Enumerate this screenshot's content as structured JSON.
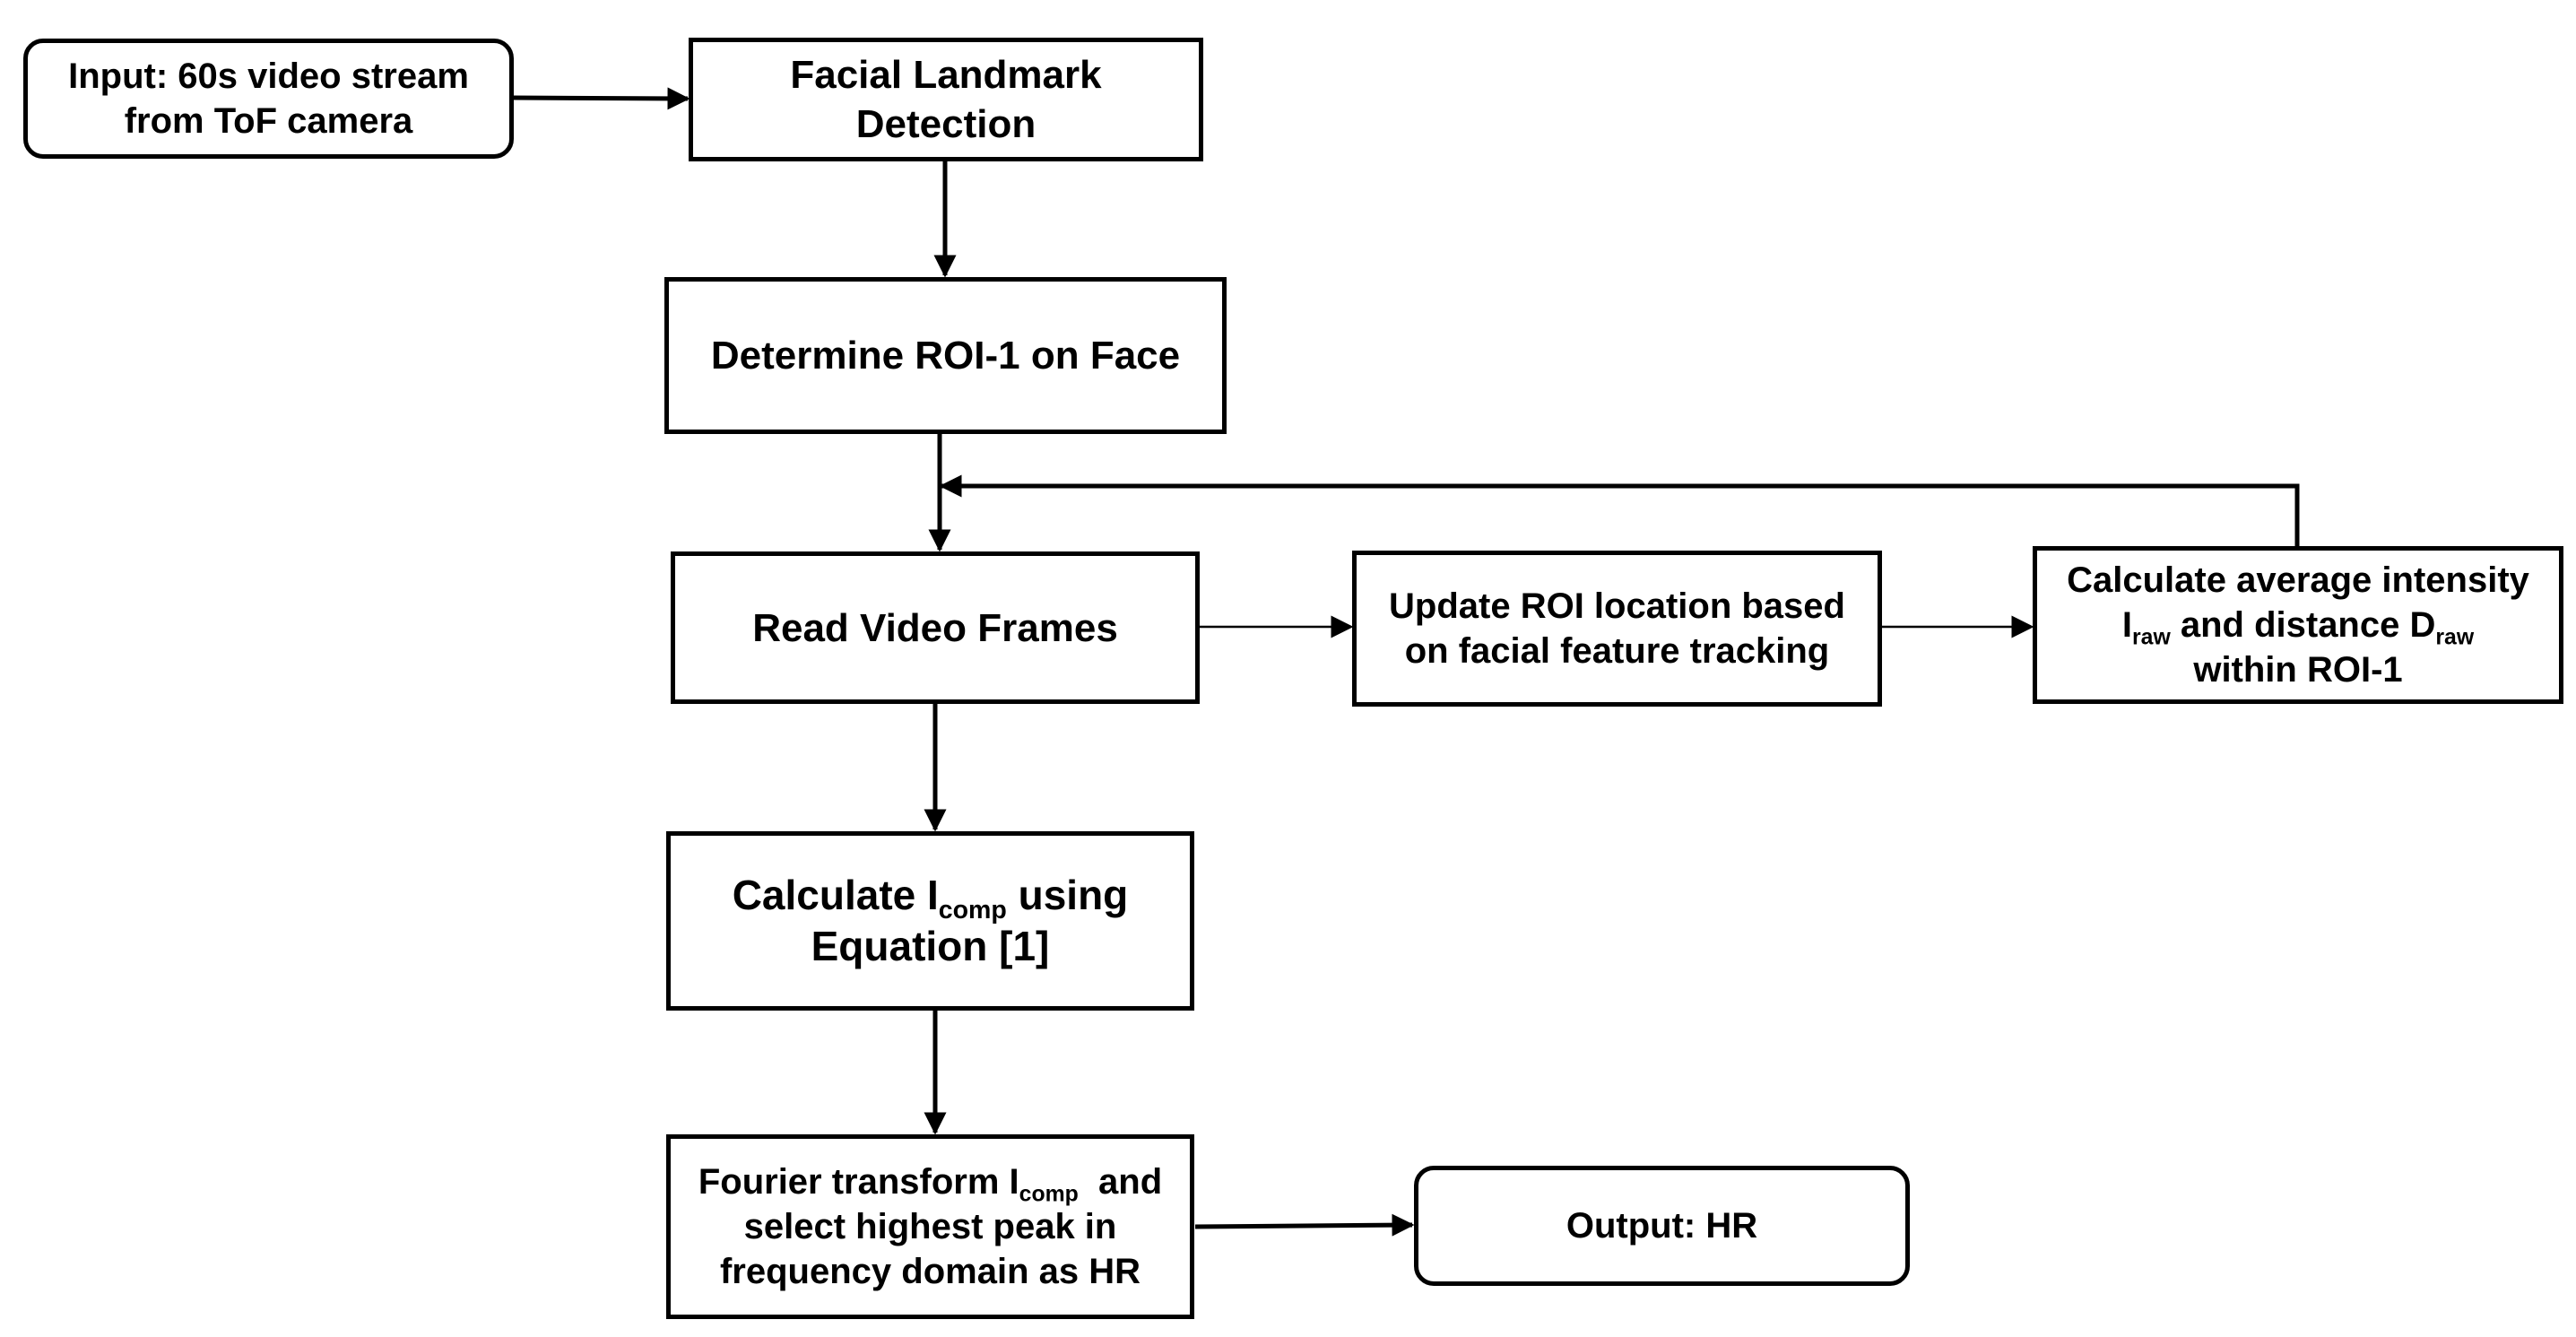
{
  "nodes": {
    "input": {
      "line1": "Input: 60s video stream",
      "line2": "from ToF camera"
    },
    "landmark": {
      "line1": "Facial Landmark",
      "line2": "Detection"
    },
    "roi": {
      "line1": "Determine ROI-1 on Face"
    },
    "read": {
      "line1": "Read Video Frames"
    },
    "update": {
      "line1": "Update ROI location based",
      "line2": "on facial feature tracking"
    },
    "average": {
      "line1": "Calculate average intensity",
      "i_symbol": "I",
      "i_sub": "raw",
      "mid": " and distance ",
      "d_symbol": "D",
      "d_sub": "raw",
      "line3": "within ROI-1"
    },
    "comp": {
      "prefix": "Calculate ",
      "symbol": "I",
      "sub": "comp",
      "suffix": " using",
      "line2": "Equation [1]"
    },
    "fourier": {
      "prefix": "Fourier transform ",
      "symbol": "I",
      "sub": "comp",
      "suffix": "  and",
      "line2": "select highest peak in",
      "line3": "frequency domain as HR"
    },
    "output": {
      "line1": "Output: HR"
    }
  }
}
